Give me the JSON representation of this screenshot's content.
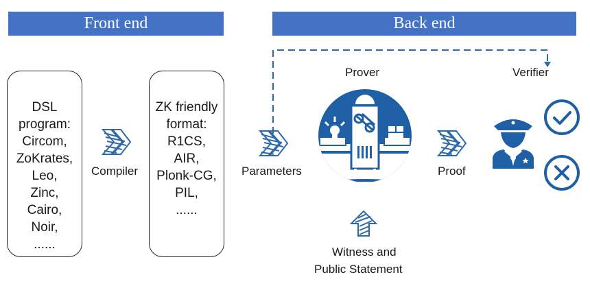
{
  "banners": {
    "front": "Front end",
    "back": "Back end"
  },
  "boxes": {
    "dsl": {
      "lines": [
        "DSL",
        "program:",
        "Circom,",
        "ZoKrates,",
        "Leo,",
        "Zinc,",
        "Cairo,",
        "Noir,",
        "......"
      ]
    },
    "zk": {
      "lines": [
        "ZK friendly",
        "format:",
        "R1CS,",
        "AIR,",
        "Plonk-CG,",
        "PIL,",
        "......"
      ]
    }
  },
  "labels": {
    "compiler": "Compiler",
    "parameters": "Parameters",
    "prover": "Prover",
    "proof": "Proof",
    "verifier": "Verifier",
    "witness_line1": "Witness and",
    "witness_line2": "Public Statement"
  },
  "colors": {
    "accent": "#4472c4",
    "icon_blue": "#1f5fa6"
  }
}
